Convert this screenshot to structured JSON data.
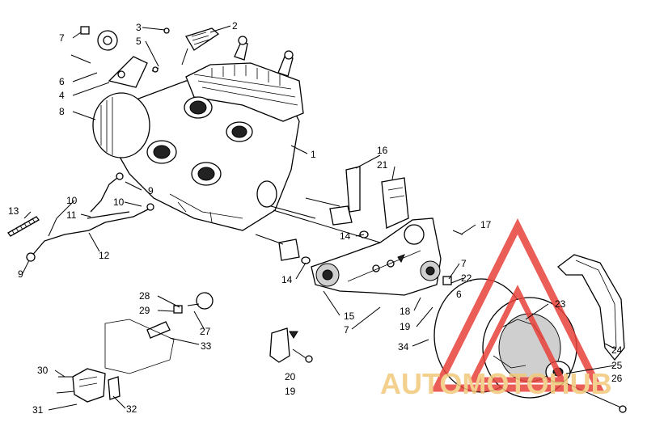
{
  "callouts": {
    "c1": "1",
    "c2": "2",
    "c3": "3",
    "c4": "4",
    "c5": "5",
    "c6a": "6",
    "c6b": "6",
    "c7a": "7",
    "c7b": "7",
    "c7c": "7",
    "c8": "8",
    "c9a": "9",
    "c9b": "9",
    "c10a": "10",
    "c10b": "10",
    "c11": "11",
    "c12": "12",
    "c13": "13",
    "c14a": "14",
    "c14b": "14",
    "c15": "15",
    "c16": "16",
    "c17": "17",
    "c18": "18",
    "c19a": "19",
    "c19b": "19",
    "c20": "20",
    "c21": "21",
    "c22": "22",
    "c23": "23",
    "c24": "24",
    "c25": "25",
    "c26": "26",
    "c27": "27",
    "c28": "28",
    "c29": "29",
    "c30": "30",
    "c31": "31",
    "c32": "32",
    "c33": "33",
    "c34": "34"
  },
  "watermark": {
    "text": "AUTOMOTOHUB",
    "colors": {
      "red": "#e8413a",
      "orange": "#f4b860"
    }
  }
}
